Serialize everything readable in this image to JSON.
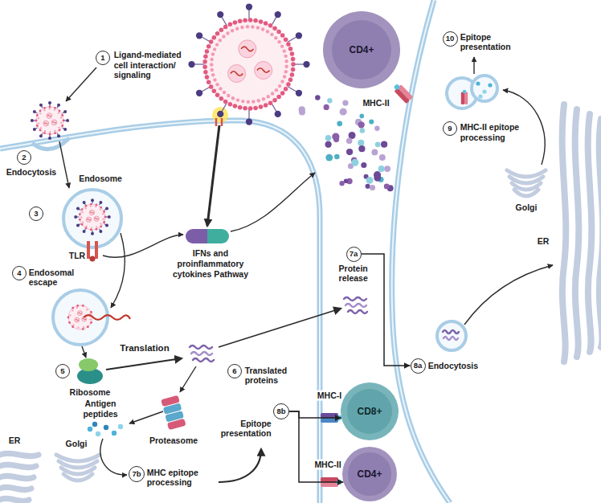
{
  "diagram": {
    "nodes": [
      {
        "text": [
          "1",
          "Ligand-mediated cell interaction/ signaling"
        ]
      },
      {
        "text": [
          "2",
          "Endocytosis"
        ]
      },
      {
        "text": [
          "3"
        ]
      },
      {
        "text": [
          "4",
          "Endosomal escape"
        ]
      },
      {
        "text": [
          "IFNs and proinflammatory cytokines Pathway"
        ]
      },
      {
        "text": [
          "5"
        ]
      },
      {
        "text": [
          "6",
          "Translated proteins"
        ]
      },
      {
        "text": [
          "7a",
          "Protein release"
        ]
      },
      {
        "text": [
          "8a",
          "Endocytosis"
        ]
      },
      {
        "text": [
          "7b",
          "MHC epitope processing"
        ]
      },
      {
        "text": [
          "8b",
          "Epitope presentation"
        ]
      },
      {
        "text": [
          "9",
          "MHC-II epitope processing"
        ]
      },
      {
        "text": [
          "10",
          "Epitope presentation"
        ]
      },
      {
        "text": [
          "CD4+"
        ]
      },
      {
        "text": [
          "CD8+"
        ]
      },
      {
        "text": [
          "CD4+"
        ]
      }
    ],
    "edges": [
      {
        "from": 7,
        "to": 8,
        "arrow": "to"
      },
      {
        "from": 10,
        "to": 14,
        "arrow": "to"
      },
      {
        "from": 10,
        "to": 15,
        "arrow": "to"
      }
    ],
    "labels": [
      "Endosome",
      "TLR",
      "Ribosome",
      "Translation",
      "Antigen peptides",
      "Proteasome",
      "ER",
      "Golgi",
      "MHC-I",
      "MHC-II",
      "MHC-II",
      "Golgi",
      "ER"
    ]
  }
}
